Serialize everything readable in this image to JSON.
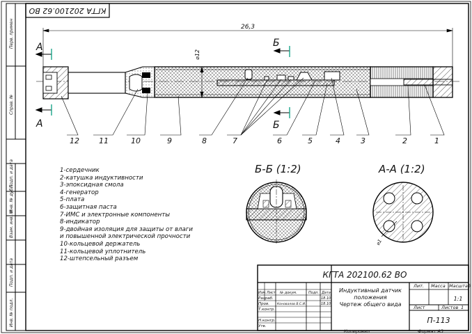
{
  "drawing": {
    "doc_code": "КГТА 202100.62 ВО",
    "doc_code_mirrored": "КГТА 202100.62 ВО",
    "overall_length": "26,3",
    "diameter": "⌀12",
    "section_marks": {
      "a": "А",
      "b": "Б"
    },
    "callouts": [
      "12",
      "11",
      "10",
      "9",
      "8",
      "7",
      "6",
      "5",
      "4",
      "3",
      "2",
      "1"
    ],
    "views": [
      {
        "title": "Б-Б (1:2)"
      },
      {
        "title": "А-А (1:2)",
        "dim": "⌀1"
      }
    ]
  },
  "side_stamps": [
    "Перв. примен",
    "Справ. №",
    "Подп. и дата",
    "Инв. № дубл.",
    "Взам. инв. №",
    "Подп. и дата",
    "Инв. № подл."
  ],
  "legend": [
    "1-сердечник",
    "2-катушка индуктивности",
    "3-эпоксидная смола",
    "4-генератор",
    "5-плата",
    "6-защитная паста",
    "7-ИМС и электронные компоненты",
    "8-индикатор",
    "9-двойная изоляция для защиты от влаги",
    "и повышенной электрической прочности",
    "10-кольцевой держатель",
    "11-кольцевой уплотнитель",
    "12-штепсельный разъем"
  ],
  "title_block": {
    "code": "КГТА 202100.62 ВО",
    "name_lines": [
      "Индуктивный датчик",
      "положения",
      "Чертеж общего вида"
    ],
    "col_headers": [
      "Изм.",
      "Лист",
      "№ докум.",
      "Подп.",
      "Дата"
    ],
    "roles": [
      "Разраб.",
      "Пров.",
      "Т.контр.",
      "Н.контр.",
      "Утв."
    ],
    "names": [
      "",
      "Коновалов В.С.И.",
      "",
      "",
      ""
    ],
    "dates": [
      "18.10",
      "18.10"
    ],
    "lit_label": "Лит.",
    "mass_label": "Масса",
    "scale_label": "Масштаб",
    "scale_value": "1:1",
    "sheet_label": "Лист",
    "sheets_label": "Листов",
    "sheets_value": "1",
    "group": "П-113",
    "copied": "Копировал",
    "format": "Формат   А3"
  }
}
